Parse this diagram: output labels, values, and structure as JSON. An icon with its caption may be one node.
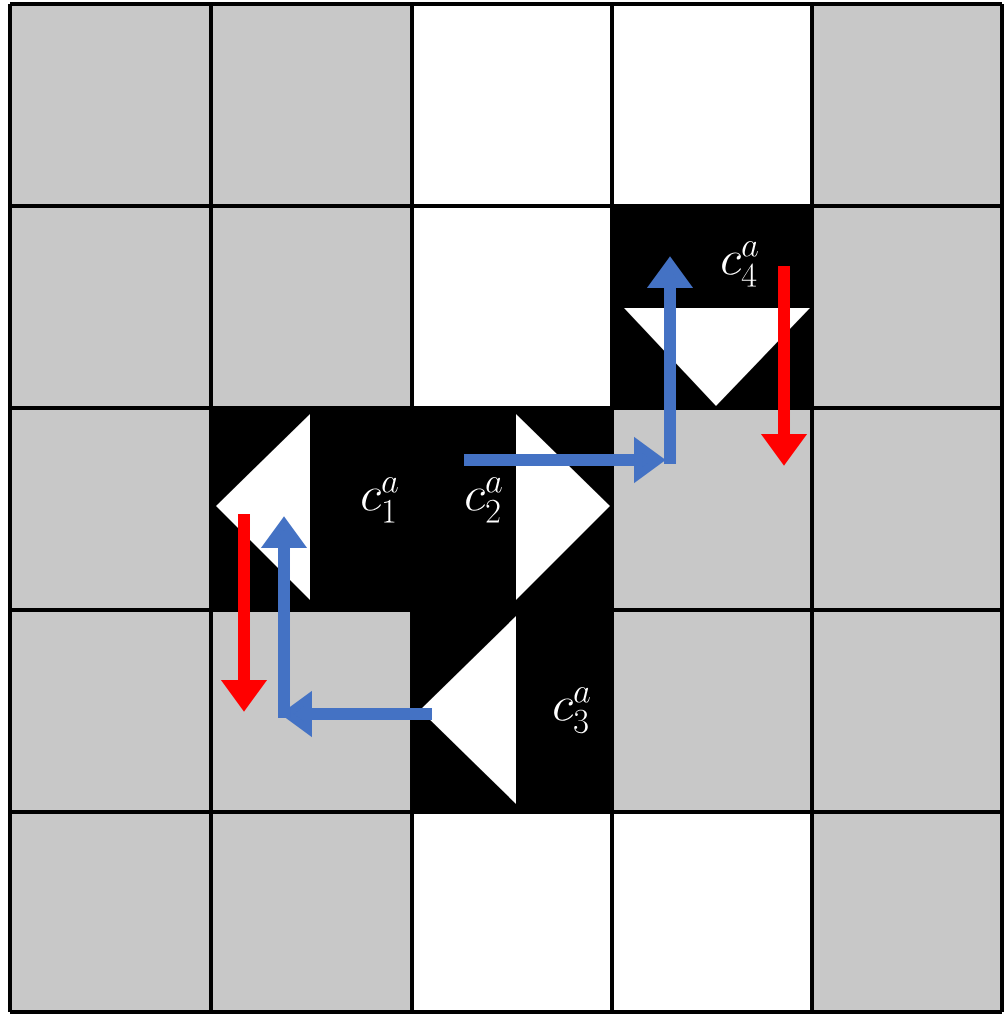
{
  "diagram": {
    "nodes": [
      {
        "text": [],
        "shape": "triangle"
      },
      {
        "text": [],
        "shape": "triangle"
      },
      {
        "text": [],
        "shape": "triangle"
      },
      {
        "text": [],
        "shape": "triangle"
      }
    ],
    "labels": [
      "c_4^a",
      "c_1^a",
      "c_2^a",
      "c_3^a"
    ]
  }
}
